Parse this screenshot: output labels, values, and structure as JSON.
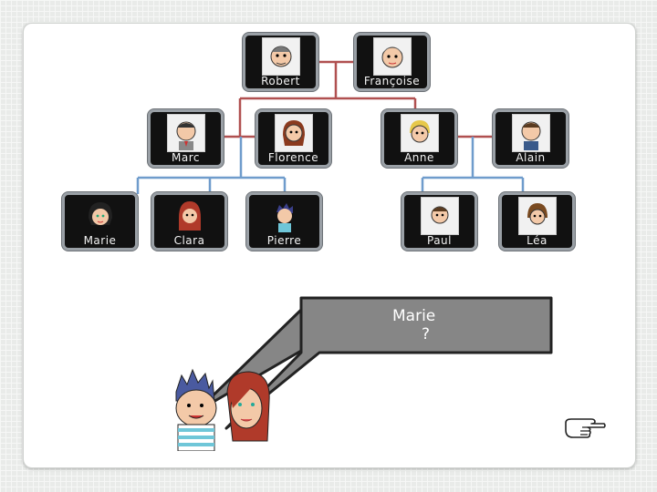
{
  "family_tree": {
    "grandparents": [
      {
        "id": "robert",
        "name": "Robert"
      },
      {
        "id": "francoise",
        "name": "Françoise"
      }
    ],
    "parents": [
      {
        "id": "marc",
        "name": "Marc"
      },
      {
        "id": "florence",
        "name": "Florence"
      },
      {
        "id": "anne",
        "name": "Anne"
      },
      {
        "id": "alain",
        "name": "Alain"
      }
    ],
    "children": [
      {
        "id": "marie",
        "name": "Marie"
      },
      {
        "id": "clara",
        "name": "Clara"
      },
      {
        "id": "pierre",
        "name": "Pierre"
      },
      {
        "id": "paul",
        "name": "Paul"
      },
      {
        "id": "lea",
        "name": "Léa"
      }
    ]
  },
  "speech_bubble": {
    "line1": "Marie",
    "line2": "?"
  },
  "colors": {
    "spouse_link": "#b05050",
    "child_link": "#6f9ccc",
    "card_bg": "#111111",
    "card_border": "#9aa0a6",
    "bubble_fill": "#868686"
  },
  "icons": [
    "pointing-hand-icon"
  ]
}
